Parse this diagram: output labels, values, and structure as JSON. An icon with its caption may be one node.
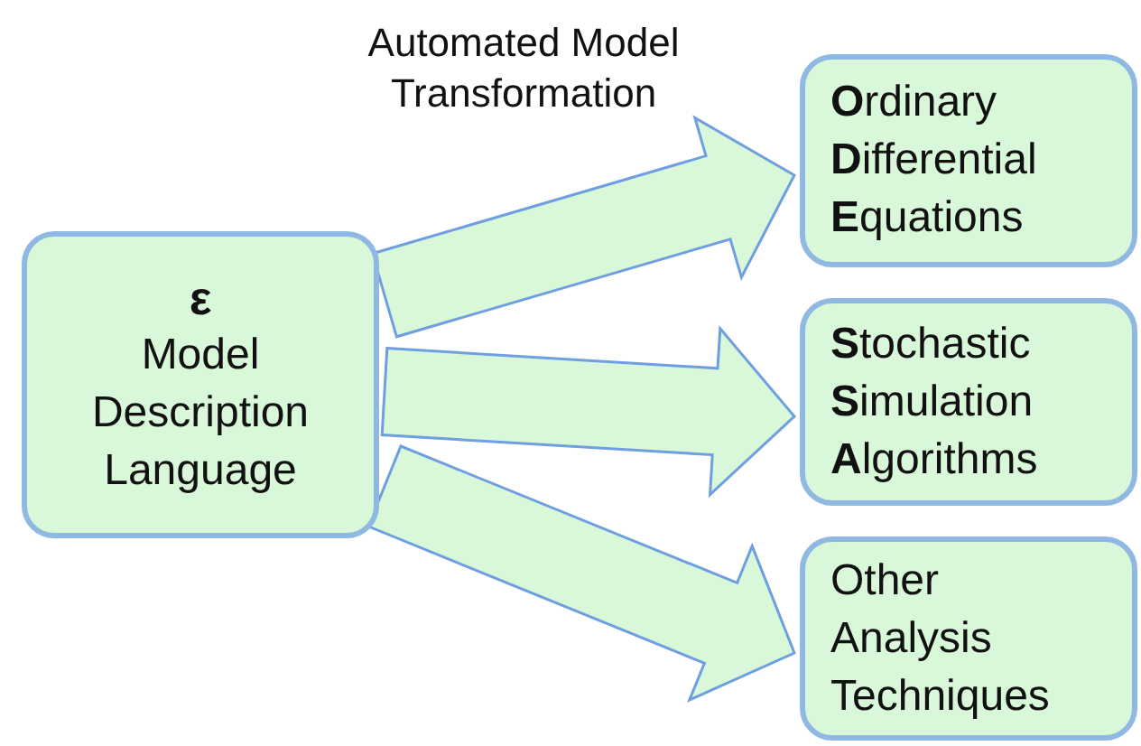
{
  "diagram": {
    "nodes": [
      {
        "text": [
          "ε",
          "Model Description Language"
        ]
      },
      {
        "text": [
          "**O**rdinary **D**ifferential **E**quations"
        ]
      },
      {
        "text": [
          "**S**tochastic **S**imulation **A**lgorithms"
        ]
      },
      {
        "text": [
          "Other Analysis Techniques"
        ]
      }
    ],
    "edges": [
      {
        "from": 0,
        "to": 1,
        "arrow": "to"
      },
      {
        "from": 0,
        "to": 2,
        "arrow": "to"
      },
      {
        "from": 0,
        "to": 3,
        "arrow": "to"
      }
    ],
    "labels": [
      "Automated Model Transformation"
    ]
  }
}
